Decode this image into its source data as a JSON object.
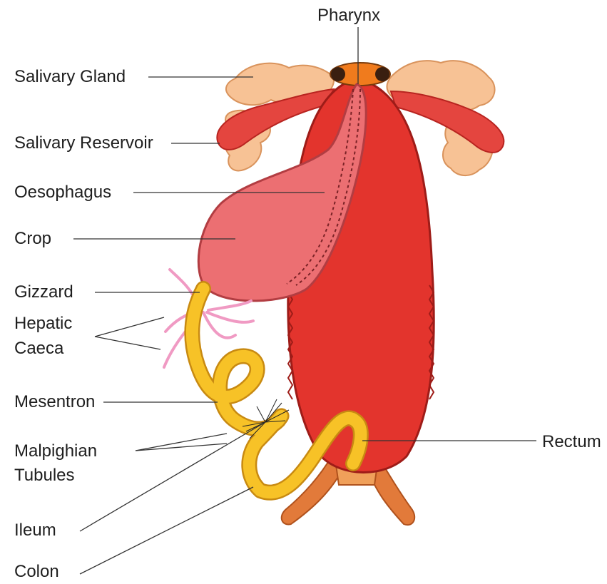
{
  "colors": {
    "body_red": "#e3342d",
    "crop_pink": "#ec6f72",
    "gland_peach": "#f7c295",
    "gut_yellow": "#f7c227",
    "leg_orange": "#e27a3a",
    "caeca_pink": "#f09ac3",
    "pharynx_orange": "#f07b1d",
    "line_color": "#333333"
  },
  "labels": {
    "pharynx": "Pharynx",
    "salivary_gland": "Salivary Gland",
    "salivary_reservoir": "Salivary Reservoir",
    "oesophagus": "Oesophagus",
    "crop": "Crop",
    "gizzard": "Gizzard",
    "hepatic_caeca_1": "Hepatic",
    "hepatic_caeca_2": "Caeca",
    "mesentron": "Mesentron",
    "malpighian_1": "Malpighian",
    "malpighian_2": "Tubules",
    "ileum": "Ileum",
    "colon": "Colon",
    "rectum": "Rectum"
  }
}
